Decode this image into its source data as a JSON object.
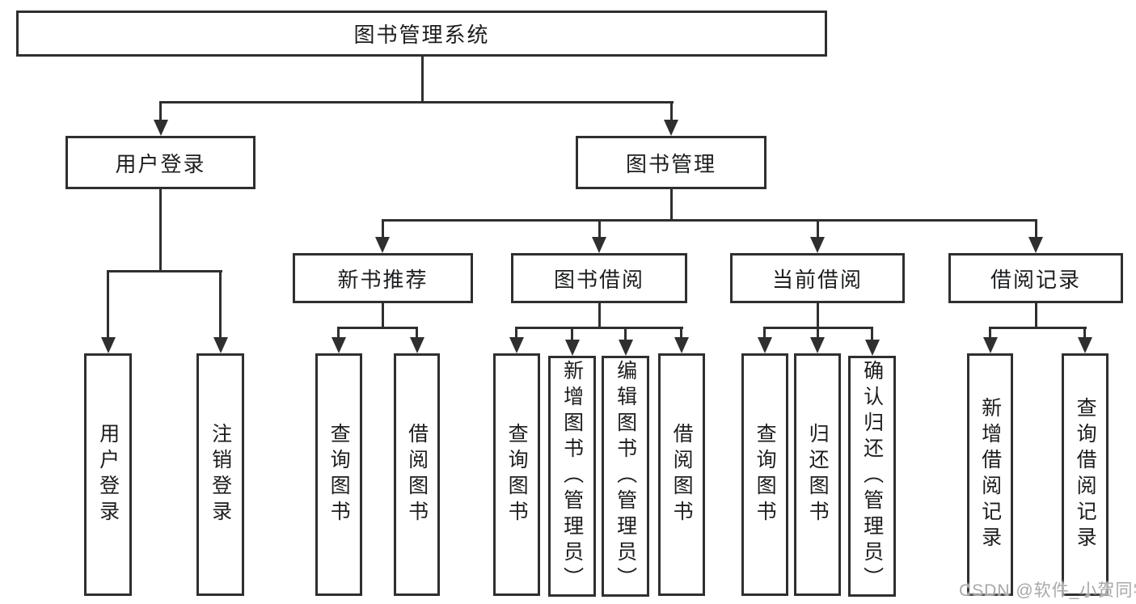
{
  "tree": {
    "label": "图书管理系统",
    "children": [
      {
        "label": "用户登录",
        "children": [
          {
            "label": "用户登录"
          },
          {
            "label": "注销登录"
          }
        ]
      },
      {
        "label": "图书管理",
        "children": [
          {
            "label": "新书推荐",
            "children": [
              {
                "label": "查询图书"
              },
              {
                "label": "借阅图书"
              }
            ]
          },
          {
            "label": "图书借阅",
            "children": [
              {
                "label": "查询图书"
              },
              {
                "label": "新增图书（管理员）"
              },
              {
                "label": "编辑图书（管理员）"
              },
              {
                "label": "借阅图书"
              }
            ]
          },
          {
            "label": "当前借阅",
            "children": [
              {
                "label": "查询图书"
              },
              {
                "label": "归还图书"
              },
              {
                "label": "确认归还（管理员）"
              }
            ]
          },
          {
            "label": "借阅记录",
            "children": [
              {
                "label": "新增借阅记录"
              },
              {
                "label": "查询借阅记录"
              }
            ]
          }
        ]
      }
    ]
  },
  "watermark": {
    "text": "CSDN @软件_小贺同学"
  },
  "colors": {
    "line": "#2d2f31",
    "text": "#1b1d1f",
    "watermark": "#a8a8a8",
    "background": "#ffffff"
  }
}
